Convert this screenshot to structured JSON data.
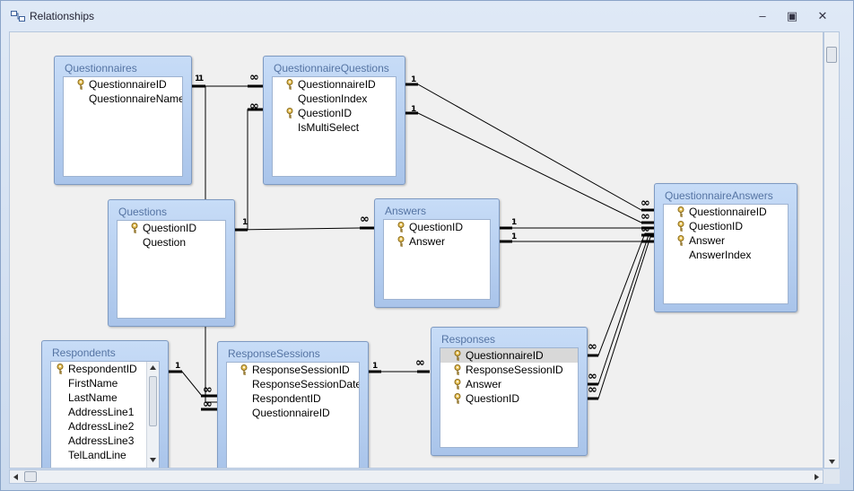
{
  "window": {
    "title": "Relationships",
    "minimize_glyph": "–",
    "maximize_glyph": "▣",
    "close_glyph": "✕"
  },
  "tables": {
    "questionnaires": {
      "title": "Questionnaires",
      "fields": [
        "QuestionnaireID",
        "QuestionnaireName"
      ]
    },
    "questionnaire_questions": {
      "title": "QuestionnaireQuestions",
      "fields": [
        "QuestionnaireID",
        "QuestionIndex",
        "QuestionID",
        "IsMultiSelect"
      ]
    },
    "questions": {
      "title": "Questions",
      "fields": [
        "QuestionID",
        "Question"
      ]
    },
    "answers": {
      "title": "Answers",
      "fields": [
        "QuestionID",
        "Answer"
      ]
    },
    "questionnaire_answers": {
      "title": "QuestionnaireAnswers",
      "fields": [
        "QuestionnaireID",
        "QuestionID",
        "Answer",
        "AnswerIndex"
      ]
    },
    "respondents": {
      "title": "Respondents",
      "fields": [
        "RespondentID",
        "FirstName",
        "LastName",
        "AddressLine1",
        "AddressLine2",
        "AddressLine3",
        "TelLandLine"
      ]
    },
    "response_sessions": {
      "title": "ResponseSessions",
      "fields": [
        "ResponseSessionID",
        "ResponseSessionDate",
        "RespondentID",
        "QuestionnaireID"
      ]
    },
    "responses": {
      "title": "Responses",
      "fields": [
        "QuestionnaireID",
        "ResponseSessionID",
        "Answer",
        "QuestionID"
      ]
    }
  },
  "cardinality": {
    "one": "1",
    "many": "∞"
  },
  "icons": {
    "key": "key-icon",
    "relationships": "relationships-icon"
  },
  "colors": {
    "table_header": "#c7dcf7",
    "title_text": "#5574a3",
    "canvas": "#f0f0f0",
    "line": "#000000"
  }
}
